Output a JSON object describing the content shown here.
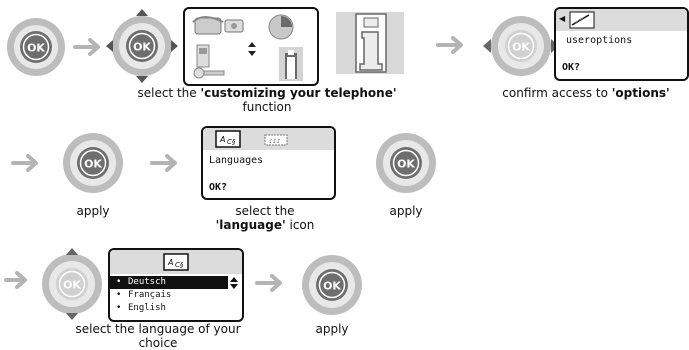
{
  "buttons": {
    "ok_label": "OK"
  },
  "steps": {
    "step1_caption": {
      "prefix": "select the ",
      "bold": "'customizing your telephone'",
      "suffix": "function"
    },
    "step2_caption": {
      "prefix": "confirm access to ",
      "bold": "'options'"
    },
    "apply_label": "apply",
    "step4_caption": {
      "prefix": "select the",
      "bold": "'language'",
      "suffix": " icon"
    },
    "step6_caption": {
      "line1": "select the language of your",
      "line2": "choice"
    }
  },
  "screens": {
    "options_screen": {
      "item": "useroptions",
      "prompt": "OK?"
    },
    "languages_screen": {
      "item": "Languages",
      "prompt": "OK?"
    },
    "language_list": {
      "items": [
        "Deutsch",
        "Français",
        "English"
      ],
      "selected_index": 0
    }
  },
  "colors": {
    "arrow": "#b4b4b4",
    "ring_outer": "#bdbdbd",
    "ring_inner": "#e6e6e6",
    "ok_center": "#6e6e6e",
    "ok_center_dim": "#a9a9a9",
    "lcd_header": "#dcdcdc"
  }
}
